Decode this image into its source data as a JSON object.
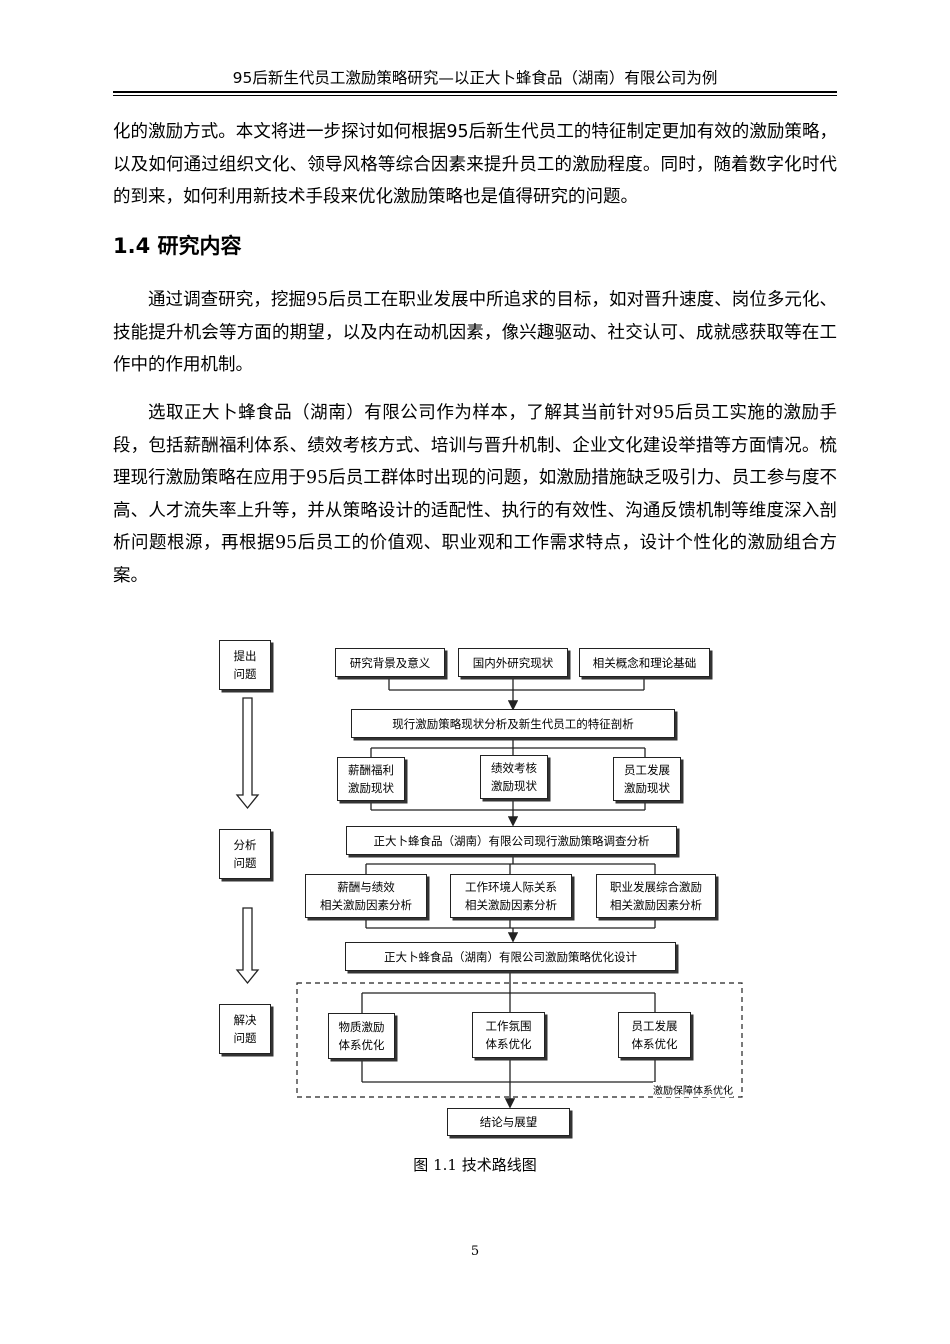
{
  "header": {
    "title": "95后新生代员工激励策略研究—以正大卜蜂食品（湖南）有限公司为例"
  },
  "intro_paragraph": "化的激励方式。本文将进一步探讨如何根据95后新生代员工的特征制定更加有效的激励策略，以及如何通过组织文化、领导风格等综合因素来提升员工的激励程度。同时，随着数字化时代的到来，如何利用新技术手段来优化激励策略也是值得研究的问题。",
  "section": {
    "title": "1.4 研究内容",
    "paragraphs": [
      "通过调查研究，挖掘95后员工在职业发展中所追求的目标，如对晋升速度、岗位多元化、技能提升机会等方面的期望，以及内在动机因素，像兴趣驱动、社交认可、成就感获取等在工作中的作用机制。",
      "选取正大卜蜂食品（湖南）有限公司作为样本，了解其当前针对95后员工实施的激励手段，包括薪酬福利体系、绩效考核方式、培训与晋升机制、企业文化建设举措等方面情况。梳理现行激励策略在应用于95后员工群体时出现的问题，如激励措施缺乏吸引力、员工参与度不高、人才流失率上升等，并从策略设计的适配性、执行的有效性、沟通反馈机制等维度深入剖析问题根源，再根据95后员工的价值观、职业观和工作需求特点，设计个性化的激励组合方案。"
    ]
  },
  "figure": {
    "stages": {
      "raise": "提出\n问题",
      "analyze": "分析\n问题",
      "solve": "解决\n问题"
    },
    "row1": [
      "研究背景及意义",
      "国内外研究现状",
      "相关概念和理论基础"
    ],
    "analysis_box": "现行激励策略现状分析及新生代员工的特征剖析",
    "row2": [
      "薪酬福利\n激励现状",
      "绩效考核\n激励现状",
      "员工发展\n激励现状"
    ],
    "survey_box": "正大卜蜂食品（湖南）有限公司现行激励策略调查分析",
    "row3": [
      "薪酬与绩效\n相关激励因素分析",
      "工作环境人际关系\n相关激励因素分析",
      "职业发展综合激励\n相关激励因素分析"
    ],
    "design_box": "正大卜蜂食品（湖南）有限公司激励策略优化设计",
    "row4": [
      "物质激励\n体系优化",
      "工作氛围\n体系优化",
      "员工发展\n体系优化"
    ],
    "dashed_label": "激励保障体系优化",
    "conclusion_box": "结论与展望",
    "caption": "图 1.1  技术路线图"
  },
  "page_number": "5"
}
